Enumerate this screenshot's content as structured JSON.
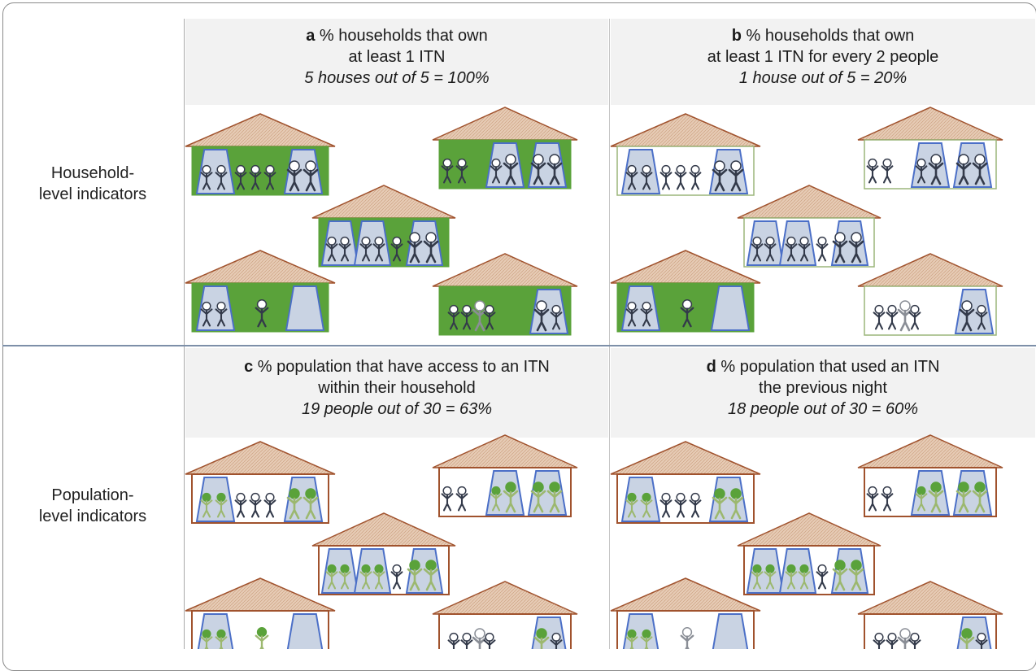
{
  "rows": [
    {
      "label_line1": "Household-",
      "label_line2": "level indicators"
    },
    {
      "label_line1": "Population-",
      "label_line2": "level indicators"
    }
  ],
  "panels": [
    {
      "letter": "a",
      "line1": " % households that own",
      "line2": "at least 1 ITN",
      "calc": "5 houses out of 5 = 100%"
    },
    {
      "letter": "b",
      "line1": " % households that own",
      "line2": "at least 1 ITN for every 2 people",
      "calc": "1 house out of 5 = 20%"
    },
    {
      "letter": "c",
      "line1": " % population that have access to an ITN",
      "line2": "within their household",
      "calc": "19 people out of 30 = 63%"
    },
    {
      "letter": "d",
      "line1": " % population that used an ITN",
      "line2": "the previous night",
      "calc": "18 people out of 30 = 60%"
    }
  ],
  "colors": {
    "roof_fill": "#e6cbb5",
    "roof_stroke": "#a0522d",
    "house_green": "#5aa23a",
    "house_outline_thin": "#9bb57a",
    "house_outline_brown": "#a0522d",
    "net_fill": "#c9d3e3",
    "net_stroke": "#4b6fc7",
    "person_dark": "#333a4a",
    "person_light": "#8a8e96",
    "person_access": "#5aa23a",
    "person_access_limb": "#9cb86f"
  }
}
